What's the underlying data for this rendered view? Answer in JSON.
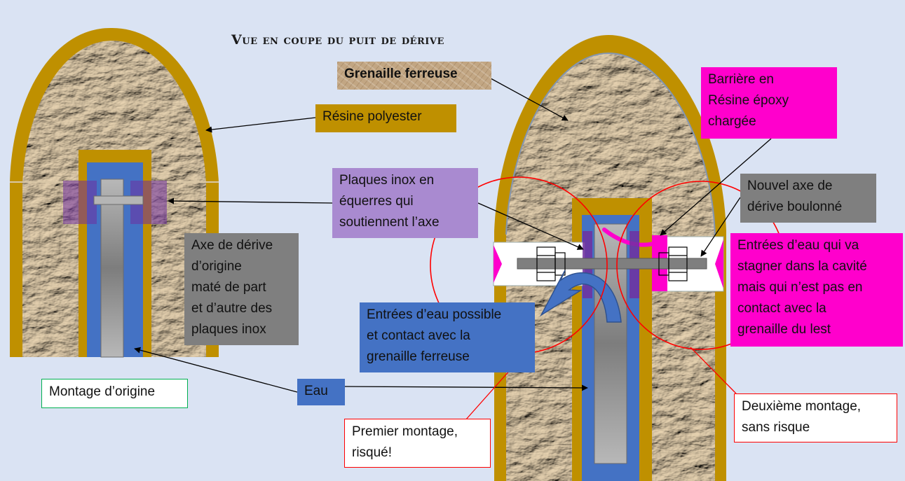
{
  "title": "Vue en coupe du puit de dérive",
  "labels": {
    "grenaille": "Grenaille ferreuse",
    "resine": "Résine polyester",
    "barriere": "Barrière en\nRésine époxy\nchargée",
    "plaques": "Plaques inox en\néquerres qui\nsoutiennent l’axe",
    "nouvel_axe": "Nouvel axe de\ndérive boulonné",
    "axe_origine": "Axe de dérive\nd’origine\nmaté de part\net d’autre des\nplaques inox",
    "entrees_cavite": "Entrées d’eau qui va\nstagner dans la cavité\nmais qui n’est pas en\ncontact avec la\ngrenaille du lest",
    "entrees_possible": "Entrées d’eau possible\net contact avec la\ngrenaille ferreuse",
    "montage_origine": "Montage d’origine",
    "eau": "Eau",
    "premier": "Premier montage,\nrisqué!",
    "deuxieme": "Deuxième montage,\nsans risque"
  },
  "colors": {
    "background": "#dae3f3",
    "resin": "#bf9000",
    "water_blue": "#4472c4",
    "steel_gray": "#a6a6a6",
    "purple_plates": "#7030a0",
    "label_purple": "#a98ad0",
    "label_gray": "#7f7f7f",
    "magenta": "#ff00cc",
    "red": "#ff0000",
    "green": "#00b050"
  }
}
